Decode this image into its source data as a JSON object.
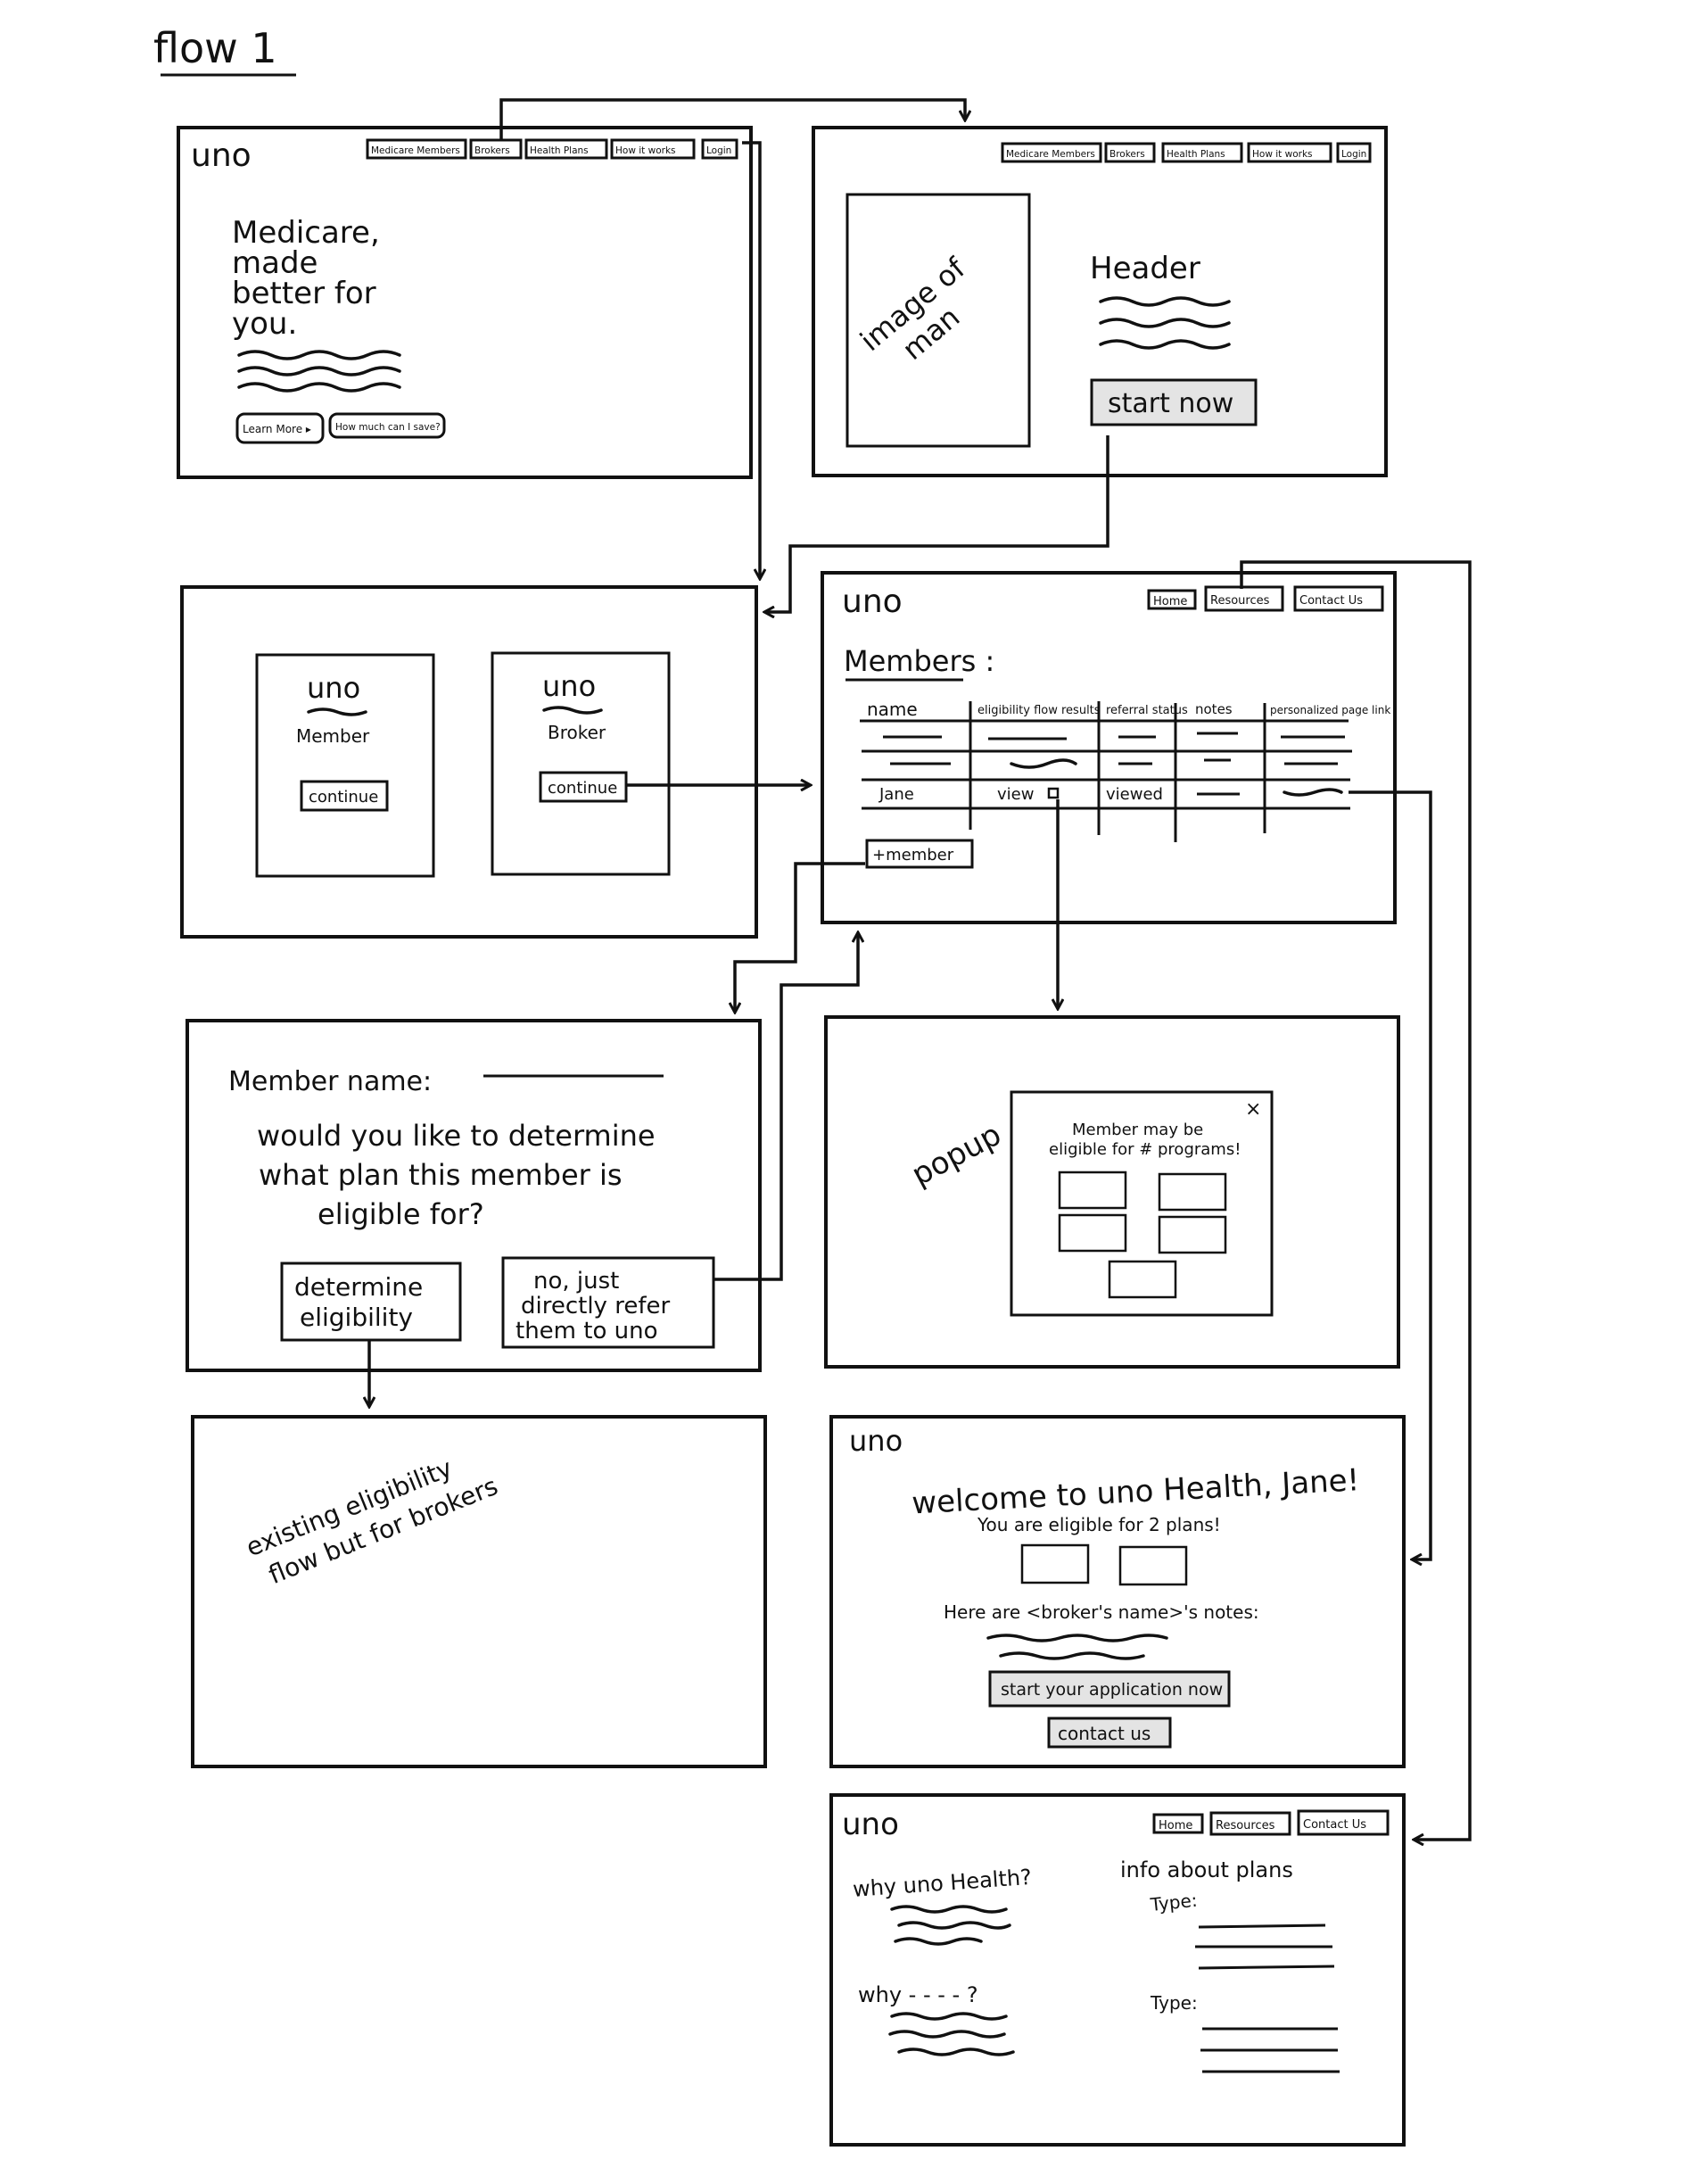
{
  "title": "flow 1",
  "colors": {
    "ink": "#111111",
    "paper": "#ffffff",
    "button_fill": "#e4e4e4"
  },
  "landing": {
    "logo": "uno",
    "nav": [
      "Medicare Members",
      "Brokers",
      "Health Plans",
      "How it works",
      "Login"
    ],
    "headline": [
      "Medicare,",
      "made",
      "better for",
      "you."
    ],
    "buttons": [
      "Learn More ▸",
      "How much can I save?"
    ]
  },
  "brokers_page": {
    "nav": [
      "Medicare Members",
      "Brokers",
      "Health Plans",
      "How it works",
      "Login"
    ],
    "image_label": [
      "image of",
      "man"
    ],
    "header": "Header",
    "cta": "start now"
  },
  "login_select": {
    "cards": [
      {
        "logo": "uno",
        "role": "Member",
        "button": "continue"
      },
      {
        "logo": "uno",
        "role": "Broker",
        "button": "continue"
      }
    ]
  },
  "dashboard": {
    "logo": "uno",
    "nav": [
      "Home",
      "Resources",
      "Contact Us"
    ],
    "heading": "Members :",
    "columns": [
      "name",
      "eligibility flow results",
      "referral status",
      "notes",
      "personalized page link"
    ],
    "row_jane": [
      "Jane",
      "view",
      "viewed"
    ],
    "add_button": "+member"
  },
  "member_prompt": {
    "label": "Member name:",
    "question": [
      "would you like to determine",
      "what plan this member is",
      "eligible for?"
    ],
    "buttons": [
      [
        "determine",
        "eligibility"
      ],
      [
        "no, just",
        "directly refer",
        "them to uno"
      ]
    ]
  },
  "popup_screen": {
    "label": "popup",
    "close": "×",
    "message": [
      "Member may be",
      "eligible for # programs!"
    ]
  },
  "existing_flow": {
    "text": [
      "existing eligibility",
      "flow but for brokers"
    ]
  },
  "welcome_page": {
    "logo": "uno",
    "title": "welcome to uno Health, Jane!",
    "subtitle": "You are eligible for 2 plans!",
    "notes_label": "Here are <broker's name>'s notes:",
    "primary_button": "start your application now",
    "secondary_button": "contact us"
  },
  "resources_page": {
    "logo": "uno",
    "nav": [
      "Home",
      "Resources",
      "Contact Us"
    ],
    "left_heading_1": "why uno Health?",
    "left_heading_2": "why - - - - ?",
    "right_heading": "info about plans",
    "type_label_1": "Type:",
    "type_label_2": "Type:"
  }
}
